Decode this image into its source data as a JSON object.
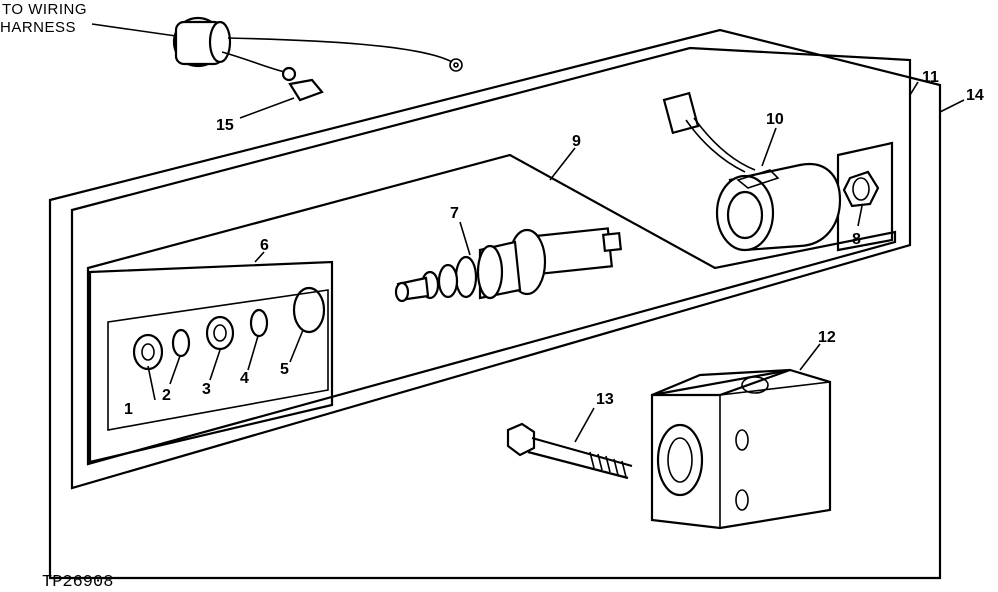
{
  "caption": {
    "line1": "TO WIRING",
    "line2": "HARNESS"
  },
  "figure_id": "TP26908",
  "labels": {
    "n1": "1",
    "n2": "2",
    "n3": "3",
    "n4": "4",
    "n5": "5",
    "n6": "6",
    "n7": "7",
    "n8": "8",
    "n9": "9",
    "n10": "10",
    "n11": "11",
    "n12": "12",
    "n13": "13",
    "n14": "14",
    "n15": "15"
  }
}
